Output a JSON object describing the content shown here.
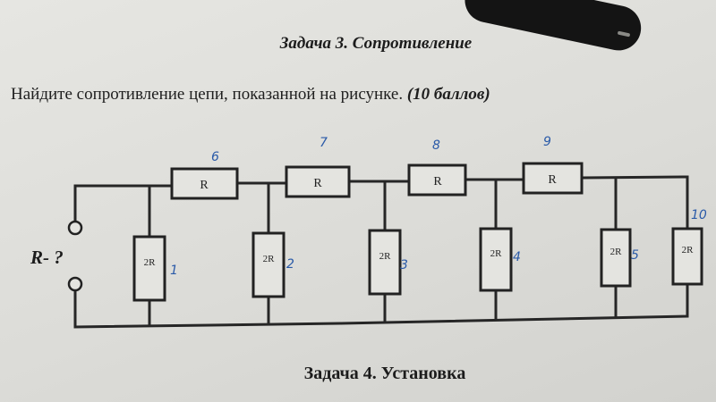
{
  "task3_title": "Задача 3. Сопротивление",
  "question": {
    "text": "Найдите сопротивление цепи, показанной на рисунке.",
    "points": "(10 баллов)"
  },
  "task4_title": "Задача 4. Установка",
  "circuit": {
    "terminal_label": "R- ?",
    "series_resistors": [
      {
        "label": "R",
        "note": "6"
      },
      {
        "label": "R",
        "note": "7"
      },
      {
        "label": "R",
        "note": "8"
      },
      {
        "label": "R",
        "note": "9"
      }
    ],
    "shunt_resistors": [
      {
        "label": "2R",
        "note": "1"
      },
      {
        "label": "2R",
        "note": "2"
      },
      {
        "label": "2R",
        "note": "3"
      },
      {
        "label": "2R",
        "note": "4"
      },
      {
        "label": "2R",
        "note": "5"
      },
      {
        "label": "2R",
        "note": "10"
      }
    ],
    "colors": {
      "ink": "#222222",
      "handwriting": "#2a5aa8"
    }
  }
}
